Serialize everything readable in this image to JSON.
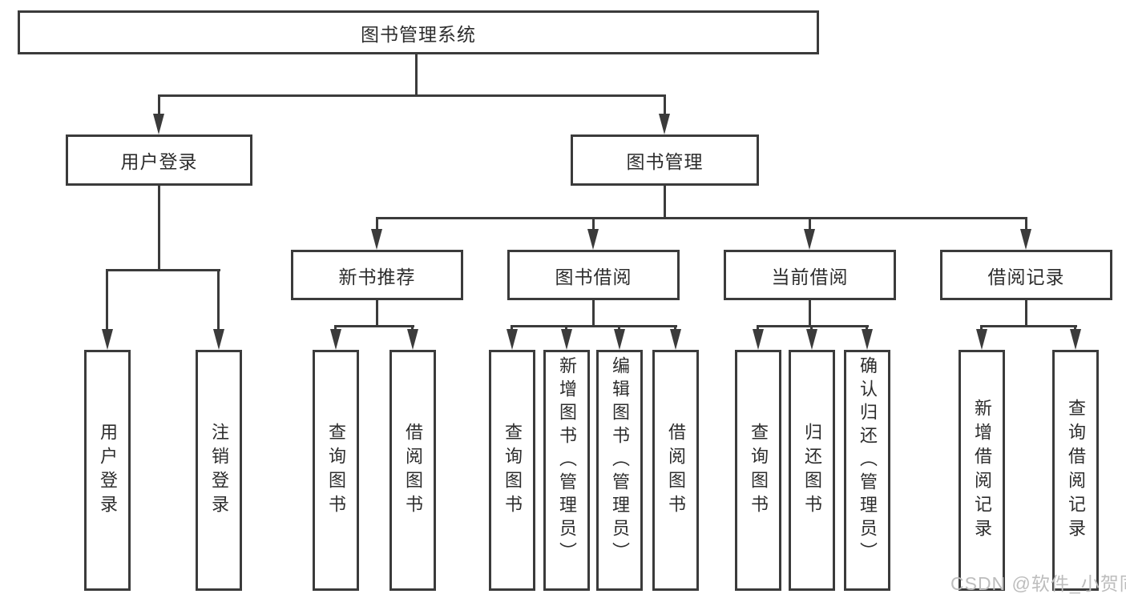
{
  "tree": {
    "label": "图书管理系统",
    "children": [
      {
        "label": "用户登录",
        "children": [
          {
            "label": "用户登录"
          },
          {
            "label": "注销登录"
          }
        ]
      },
      {
        "label": "图书管理",
        "children": [
          {
            "label": "新书推荐",
            "children": [
              {
                "label": "查询图书"
              },
              {
                "label": "借阅图书"
              }
            ]
          },
          {
            "label": "图书借阅",
            "children": [
              {
                "label": "查询图书"
              },
              {
                "label": "新增图书（管理员）"
              },
              {
                "label": "编辑图书（管理员）"
              },
              {
                "label": "借阅图书"
              }
            ]
          },
          {
            "label": "当前借阅",
            "children": [
              {
                "label": "查询图书"
              },
              {
                "label": "归还图书"
              },
              {
                "label": "确认归还（管理员）"
              }
            ]
          },
          {
            "label": "借阅记录",
            "children": [
              {
                "label": "新增借阅记录"
              },
              {
                "label": "查询借阅记录"
              }
            ]
          }
        ]
      }
    ]
  },
  "watermark": {
    "text": "CSDN @软件_小贺同学"
  },
  "colors": {
    "line": "#3b3b3b",
    "text": "#2d2d2d",
    "watermark": "#bdbdbd",
    "background": "#ffffff"
  }
}
